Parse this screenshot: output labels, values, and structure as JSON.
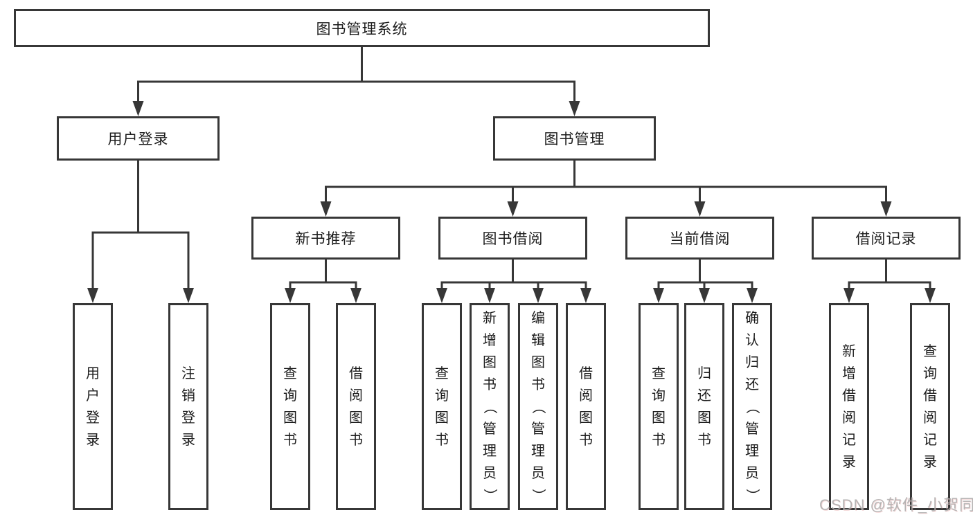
{
  "diagram": {
    "type": "function-structure-tree",
    "colors": {
      "line": "#373737",
      "box_border": "#373737",
      "text": "#1c1c1c",
      "background": "#ffffff",
      "watermark": "#aaaaaa"
    }
  },
  "tree": {
    "root": {
      "label": "图书管理系统",
      "children": [
        {
          "label": "用户登录",
          "children": [
            {
              "label": "用户登录"
            },
            {
              "label": "注销登录"
            }
          ]
        },
        {
          "label": "图书管理",
          "children": [
            {
              "label": "新书推荐",
              "children": [
                {
                  "label": "查询图书"
                },
                {
                  "label": "借阅图书"
                }
              ]
            },
            {
              "label": "图书借阅",
              "children": [
                {
                  "label": "查询图书"
                },
                {
                  "label": "新增图书（管理员）"
                },
                {
                  "label": "编辑图书（管理员）"
                },
                {
                  "label": "借阅图书"
                }
              ]
            },
            {
              "label": "当前借阅",
              "children": [
                {
                  "label": "查询图书"
                },
                {
                  "label": "归还图书"
                },
                {
                  "label": "确认归还（管理员）"
                }
              ]
            },
            {
              "label": "借阅记录",
              "children": [
                {
                  "label": "新增借阅记录"
                },
                {
                  "label": "查询借阅记录"
                }
              ]
            }
          ]
        }
      ]
    }
  },
  "watermark": {
    "text": "CSDN @软件_小贺同学"
  }
}
